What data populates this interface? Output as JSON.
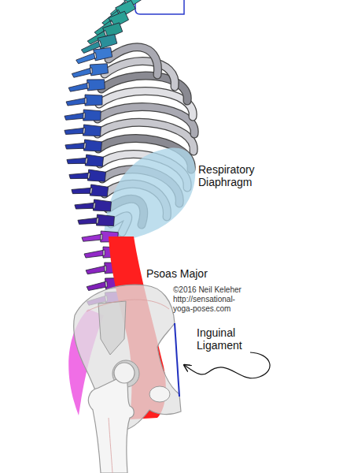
{
  "diagram": {
    "labels": [
      "Respiratory Diaphragm",
      "Psoas Major",
      "©2016 Neil Keleher",
      "http://sensational- yoga-poses.com",
      "Inguinal Ligament"
    ]
  }
}
